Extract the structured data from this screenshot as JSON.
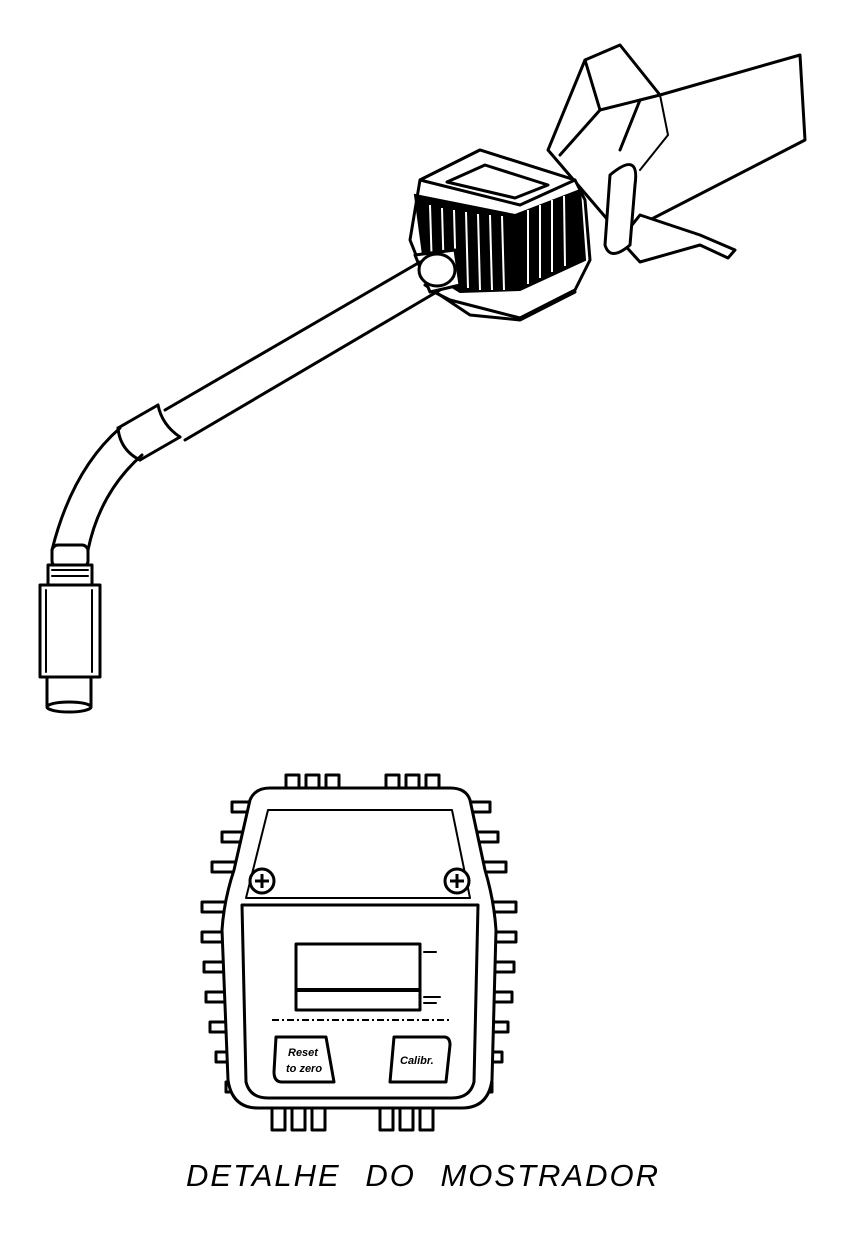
{
  "caption": "DETALHE DO MOSTRADOR",
  "display": {
    "reset_button_label_line1": "Reset",
    "reset_button_label_line2": "to zero",
    "calibrate_button_label": "Calibr."
  },
  "icons": {
    "screw_left": "phillips-screw-icon",
    "screw_right": "phillips-screw-icon"
  },
  "colors": {
    "ink": "#000000",
    "paper": "#ffffff"
  }
}
